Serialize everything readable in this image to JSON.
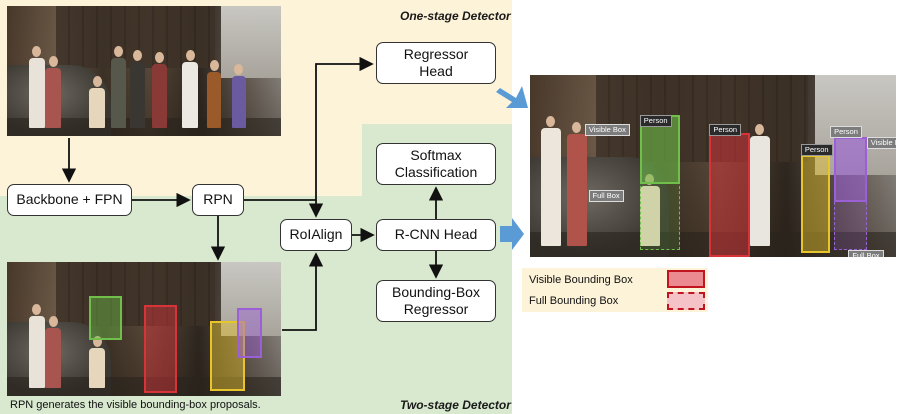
{
  "stages": {
    "one_stage": "One-stage Detector",
    "two_stage": "Two-stage Detector"
  },
  "nodes": {
    "backbone": "Backbone + FPN",
    "rpn": "RPN",
    "roialign": "RoIAlign",
    "regressor_head": [
      "Regressor",
      "Head"
    ],
    "softmax": [
      "Softmax",
      "Classification"
    ],
    "rcnn_head": "R-CNN Head",
    "bbox_regressor": [
      "Bounding-Box",
      "Regressor"
    ]
  },
  "caption": "RPN generates the visible bounding-box proposals.",
  "output_labels": {
    "visible_box": "Visible Box",
    "full_box": "Full Box",
    "person": "Person"
  },
  "legend": {
    "visible": "Visible Bounding Box",
    "full": "Full Bounding Box"
  },
  "colors": {
    "one_stage_bg": "#fdf3d9",
    "two_stage_bg": "#d8e9cf",
    "arrow_blue": "#5b9bd5",
    "box_green": "#6fbf4a",
    "box_red": "#d9333a",
    "box_yellow": "#e8c52a",
    "box_purple": "#9b5fd6",
    "legend_fill": "#f2b2b6",
    "legend_border": "#c0141e"
  }
}
